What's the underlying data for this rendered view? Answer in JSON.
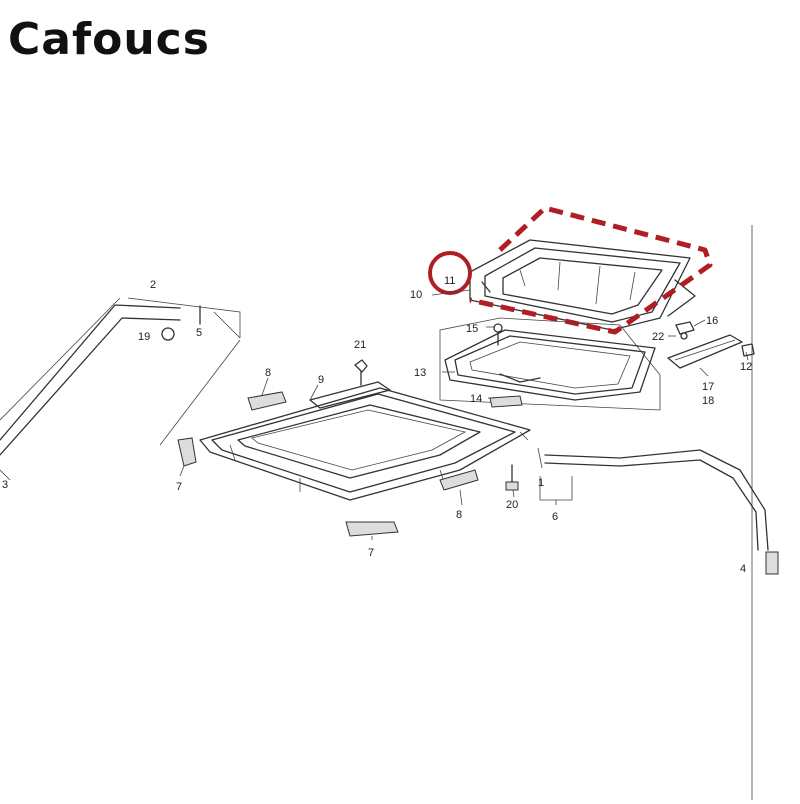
{
  "brand": {
    "name": "Cafoucs"
  },
  "highlight": {
    "color": "#b01e24"
  },
  "callouts": {
    "c1": "1",
    "c2": "2",
    "c3": "3",
    "c4": "4",
    "c5": "5",
    "c6": "6",
    "c7a": "7",
    "c7b": "7",
    "c8a": "8",
    "c8b": "8",
    "c9": "9",
    "c10": "10",
    "c11": "11",
    "c12": "12",
    "c13": "13",
    "c14": "14",
    "c15": "15",
    "c16": "16",
    "c17": "17",
    "c18": "18",
    "c19": "19",
    "c20": "20",
    "c21": "21",
    "c22": "22"
  }
}
